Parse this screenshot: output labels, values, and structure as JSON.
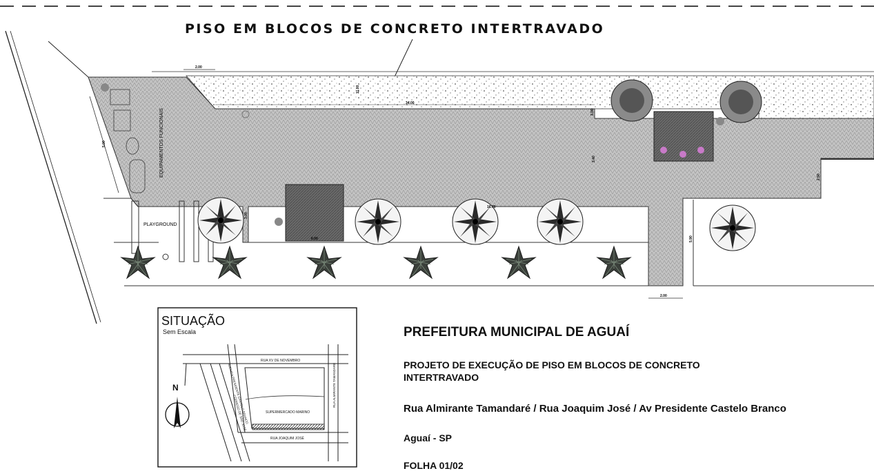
{
  "plan": {
    "main_label": "PISO EM BLOCOS DE CONCRETO INTERTRAVADO",
    "label_playground": "PLAYGROUND",
    "label_equipamentos": "EQUIPAMENTOS FUNCIONAIS",
    "dimensions": {
      "d_200_top": "2.00",
      "d_1100": "11.00",
      "d_3400": "34.00",
      "d_300": "3.00",
      "d_500_left": "5.00",
      "d_1670": "16.70",
      "d_600": "6.00",
      "d_300b": "3.00",
      "d_250": "2.50",
      "d_590": "5.90",
      "d_200_bottom": "2.00",
      "d_340": "3.40"
    }
  },
  "situacao": {
    "title": "SITUAÇÃO",
    "subtitle": "Sem Escala",
    "north": "N",
    "street_top": "RUA XV DE NOVEMBRO",
    "street_right": "RUA ALMIRANTE TAMANDARÉ",
    "street_bottom": "RUA JOAQUIM JOSÉ",
    "avenue": "AVENIDA PRESIDENTE CASTELO BRANCO",
    "avenue2": "CÓRREGO DE SÃO JOSÉ",
    "block_label": "SUPERMERCADO MARINO"
  },
  "title_block": {
    "org": "PREFEITURA MUNICIPAL DE AGUAÍ",
    "project_line1": "PROJETO DE EXECUÇÃO DE PISO EM BLOCOS DE CONCRETO",
    "project_line2": "INTERTRAVADO",
    "address": "Rua Almirante Tamandaré / Rua Joaquim José / Av Presidente Castelo Branco",
    "city": "Aguaí - SP",
    "sheet": "FOLHA 01/02"
  }
}
